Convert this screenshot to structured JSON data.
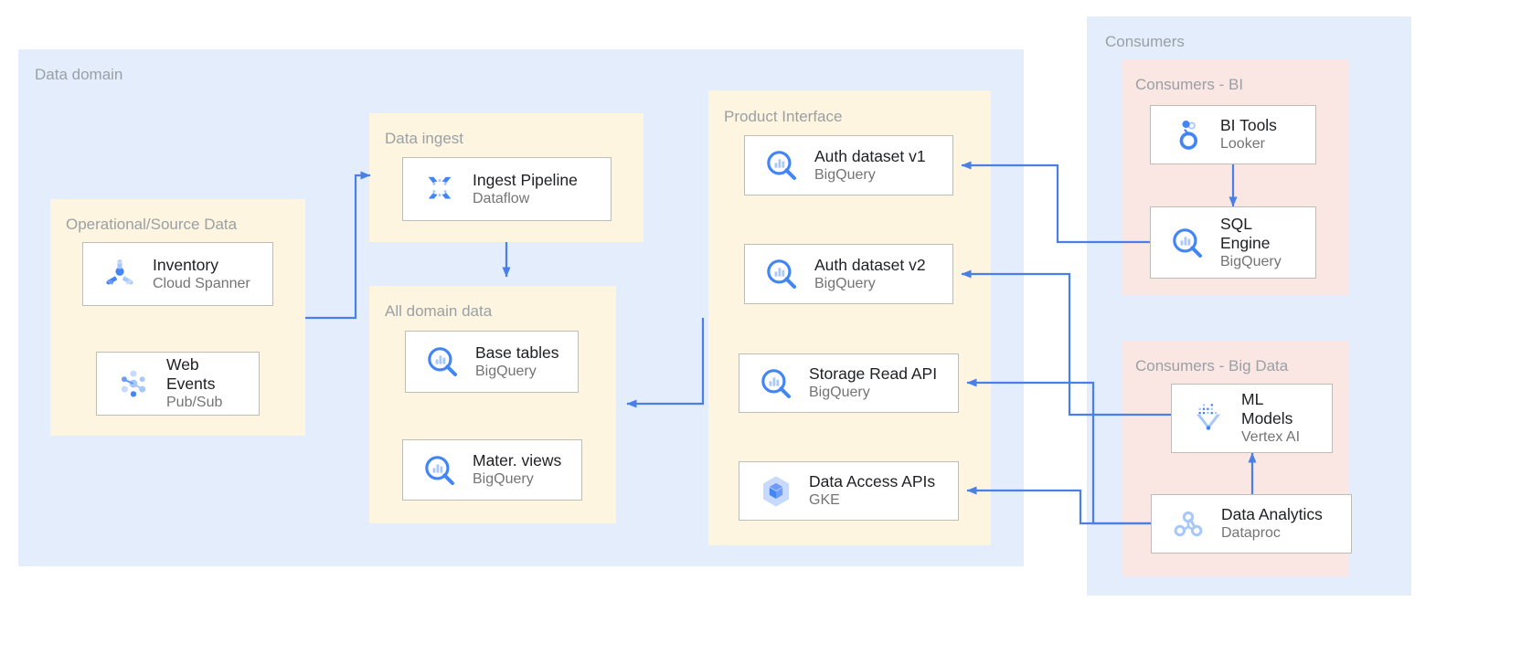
{
  "groups": {
    "data_domain": "Data domain",
    "operational_source": "Operational/Source Data",
    "data_ingest": "Data ingest",
    "all_domain_data": "All domain data",
    "product_interface": "Product Interface",
    "consumers": "Consumers",
    "consumers_bi": "Consumers - BI",
    "consumers_big_data": "Consumers - Big Data"
  },
  "nodes": {
    "inventory": {
      "title": "Inventory",
      "service": "Cloud Spanner",
      "icon": "cloud-spanner-icon"
    },
    "web_events": {
      "title": "Web\nEvents",
      "service": "Pub/Sub",
      "icon": "pubsub-icon"
    },
    "ingest_pipeline": {
      "title": "Ingest Pipeline",
      "service": "Dataflow",
      "icon": "dataflow-icon"
    },
    "base_tables": {
      "title": "Base tables",
      "service": "BigQuery",
      "icon": "bigquery-icon"
    },
    "mater_views": {
      "title": "Mater. views",
      "service": "BigQuery",
      "icon": "bigquery-icon"
    },
    "auth_v1": {
      "title": "Auth dataset v1",
      "service": "BigQuery",
      "icon": "bigquery-icon"
    },
    "auth_v2": {
      "title": "Auth dataset v2",
      "service": "BigQuery",
      "icon": "bigquery-icon"
    },
    "storage_read": {
      "title": "Storage Read API",
      "service": "BigQuery",
      "icon": "bigquery-icon"
    },
    "data_access": {
      "title": "Data Access APIs",
      "service": "GKE",
      "icon": "gke-icon"
    },
    "bi_tools": {
      "title": "BI Tools",
      "service": "Looker",
      "icon": "looker-icon"
    },
    "sql_engine": {
      "title": "SQL\nEngine",
      "service": "BigQuery",
      "icon": "bigquery-icon"
    },
    "ml_models": {
      "title": "ML\nModels",
      "service": "Vertex AI",
      "icon": "vertex-ai-icon"
    },
    "data_analytics": {
      "title": "Data Analytics",
      "service": "Dataproc",
      "icon": "dataproc-icon"
    }
  },
  "colors": {
    "arrow": "#4a7fe8",
    "group_blue": "#e3edfb",
    "group_yellow": "#fdf5e0",
    "group_pink": "#fae7e3",
    "node_border": "#bdbdb8",
    "title_text": "#9aa0a6",
    "icon_blue": "#4285f4",
    "icon_blue_light": "#a8c7fa"
  }
}
